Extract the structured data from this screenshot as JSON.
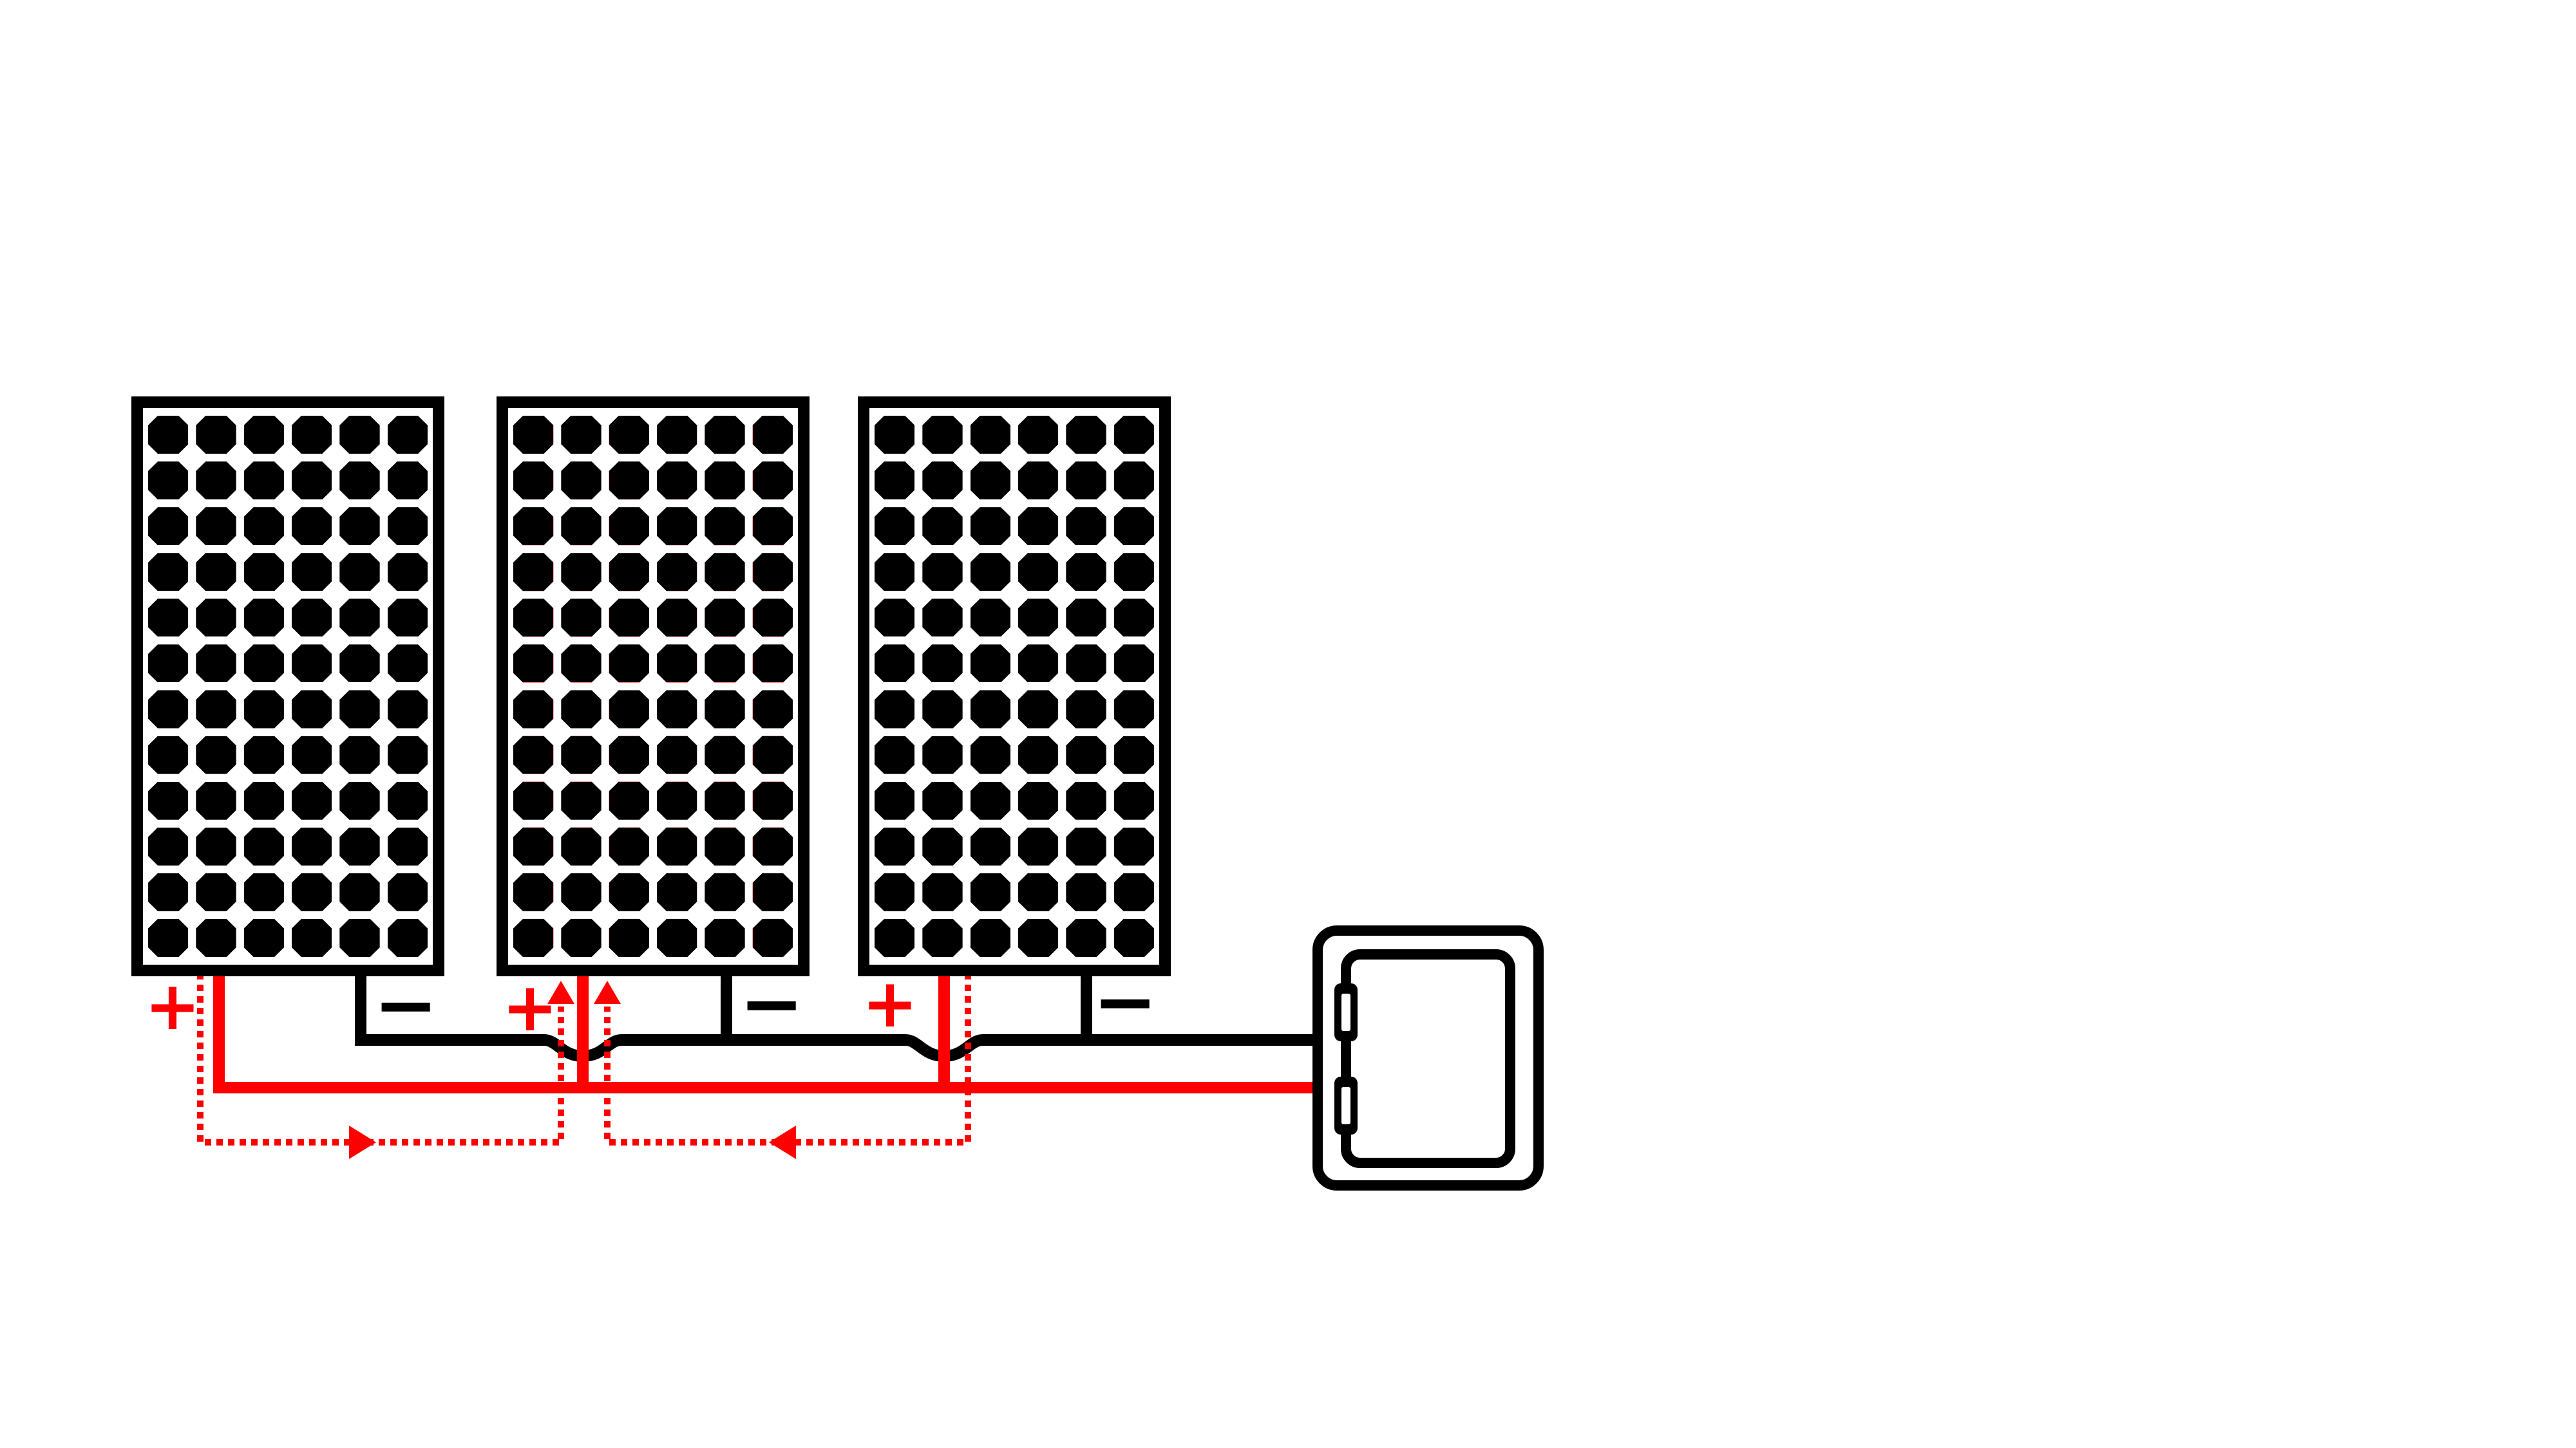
{
  "diagram": {
    "background": "#ffffff",
    "colors": {
      "positive_wire": "#ff0000",
      "negative_wire": "#000000",
      "shade_highlight": "#ff9e9e",
      "cell_outline": "#f00000"
    },
    "panels": [
      {
        "name": "panel-1",
        "grid": {
          "rows": 12,
          "cols": 6
        },
        "shaded": false,
        "terminals": {
          "positive_label": "+",
          "negative_label": "−"
        }
      },
      {
        "name": "panel-2",
        "grid": {
          "rows": 12,
          "cols": 6
        },
        "shaded": true,
        "terminals": {
          "positive_label": "+",
          "negative_label": "−"
        }
      },
      {
        "name": "panel-3",
        "grid": {
          "rows": 12,
          "cols": 6
        },
        "shaded": false,
        "terminals": {
          "positive_label": "+",
          "negative_label": "−"
        }
      }
    ],
    "buses": [
      {
        "name": "negative-bus",
        "color": "#000000",
        "jumps_over_positive_wires": 2
      },
      {
        "name": "positive-bus",
        "color": "#ff0000"
      }
    ],
    "current_flows": [
      {
        "from": "panel-1",
        "to": "panel-2",
        "style": "dotted",
        "arrow_directions": [
          "right",
          "up"
        ]
      },
      {
        "from": "panel-3",
        "to": "panel-2",
        "style": "dotted",
        "arrow_directions": [
          "left",
          "up"
        ]
      }
    ],
    "combiner_box": {
      "hinge_count": 2
    }
  }
}
